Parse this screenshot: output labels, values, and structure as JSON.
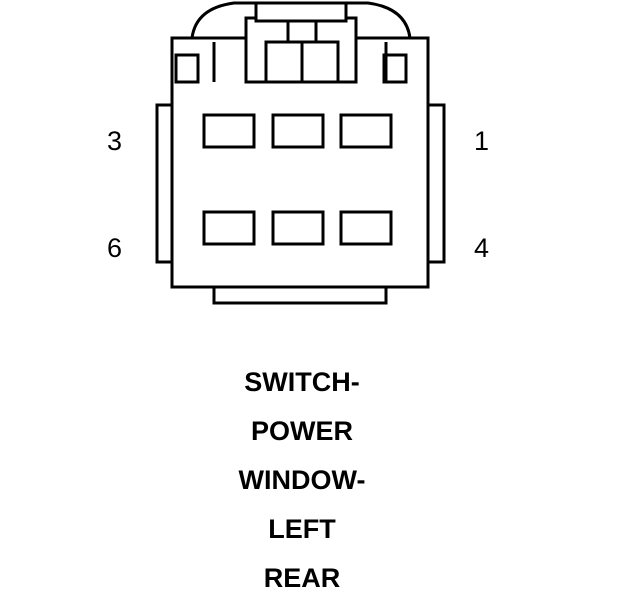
{
  "pins": {
    "top_left": "3",
    "top_right": "1",
    "bottom_left": "6",
    "bottom_right": "4"
  },
  "caption": {
    "line1": "SWITCH-",
    "line2": "POWER",
    "line3": "WINDOW-",
    "line4": "LEFT",
    "line5": "REAR"
  },
  "colors": {
    "stroke": "#000000",
    "background": "#ffffff"
  }
}
